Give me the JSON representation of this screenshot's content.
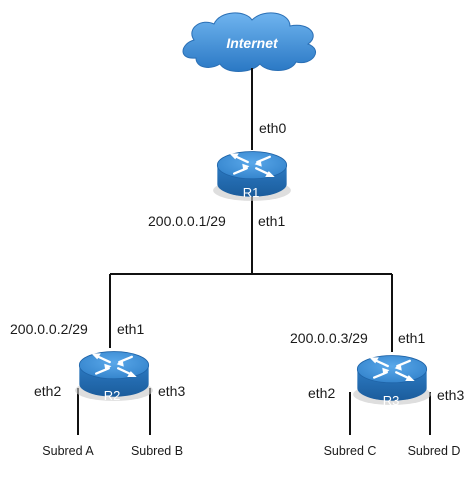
{
  "cloud": {
    "label": "Internet",
    "color": "#3f8fd6"
  },
  "routers": {
    "r1": {
      "name": "R1",
      "iface_up": "eth0",
      "iface_down": "eth1",
      "ip": "200.0.0.1/29"
    },
    "r2": {
      "name": "R2",
      "iface_up": "eth1",
      "iface_left": "eth2",
      "iface_right": "eth3",
      "ip": "200.0.0.2/29"
    },
    "r3": {
      "name": "R3",
      "iface_up": "eth1",
      "iface_left": "eth2",
      "iface_right": "eth3",
      "ip": "200.0.0.3/29"
    }
  },
  "subnets": {
    "a": "Subred A",
    "b": "Subred B",
    "c": "Subred C",
    "d": "Subred D"
  },
  "colors": {
    "router_body": "#2f7fc8",
    "router_top": "#4a9be0",
    "wire": "#111111"
  }
}
